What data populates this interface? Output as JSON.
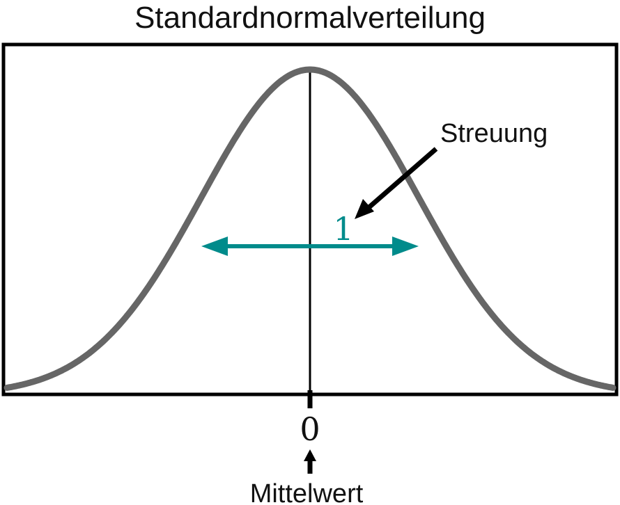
{
  "title": "Standardnormalverteilung",
  "center_tick_label": "0",
  "mean_label": "Mittelwert",
  "spread_label": "Streuung",
  "spread_value": "1",
  "colors": {
    "curve": "#666666",
    "frame": "#000000",
    "spread_arrow": "#008b8b",
    "text": "#111111"
  }
}
